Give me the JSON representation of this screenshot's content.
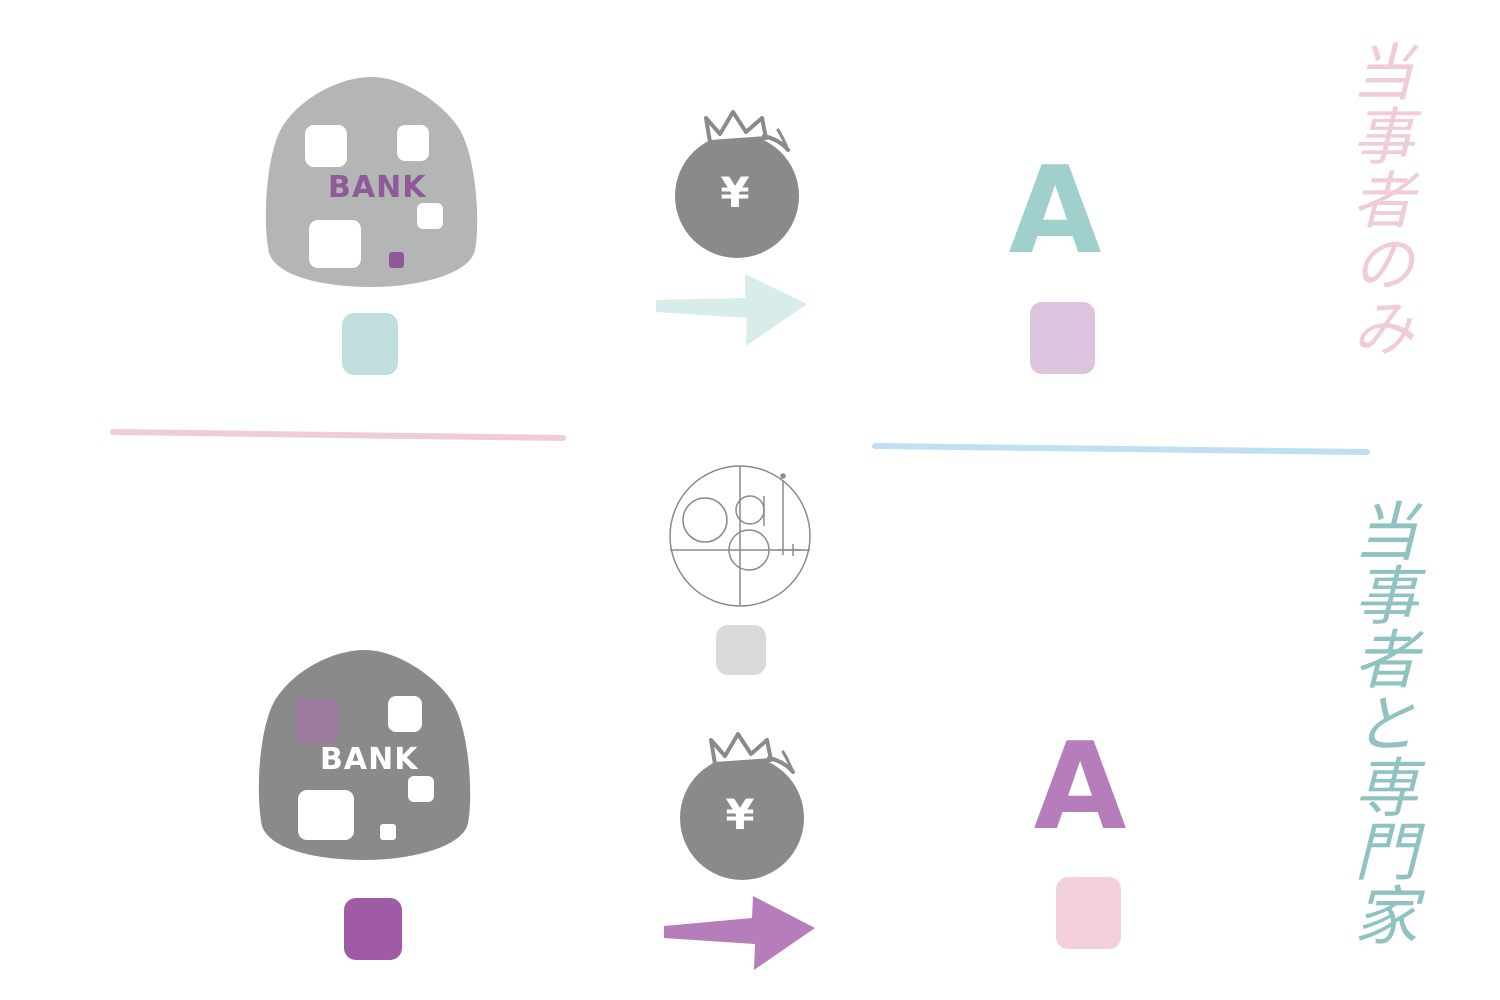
{
  "top": {
    "bank_label": "BANK",
    "yen_symbol": "¥",
    "party_letter": "A",
    "caption": "当事者のみ",
    "colors": {
      "bank_body": "#b4b5b5",
      "bank_label": "#8e5a98",
      "bank_swatch": "#bfdedd",
      "money_bag": "#8a8a8a",
      "arrow": "#d8eceb",
      "party_letter": "#9fd0cc",
      "party_swatch": "#dcc4df",
      "caption": "#f0ccd5"
    }
  },
  "bottom": {
    "bank_label": "BANK",
    "yen_symbol": "¥",
    "party_letter": "A",
    "caption": "当事者と専門家",
    "colors": {
      "bank_body": "#8a8a8a",
      "bank_label": "#ffffff",
      "bank_swatch": "#a05ba6",
      "money_bag": "#8a8a8a",
      "arrow": "#b57db9",
      "party_letter": "#b57db9",
      "party_swatch": "#f3d1da",
      "caption": "#8fc2c0"
    }
  },
  "center_logo": {
    "swatch_color": "#d9d9d9"
  },
  "dividers": {
    "left_color": "#f0ccd8",
    "right_color": "#bfe0f0"
  }
}
